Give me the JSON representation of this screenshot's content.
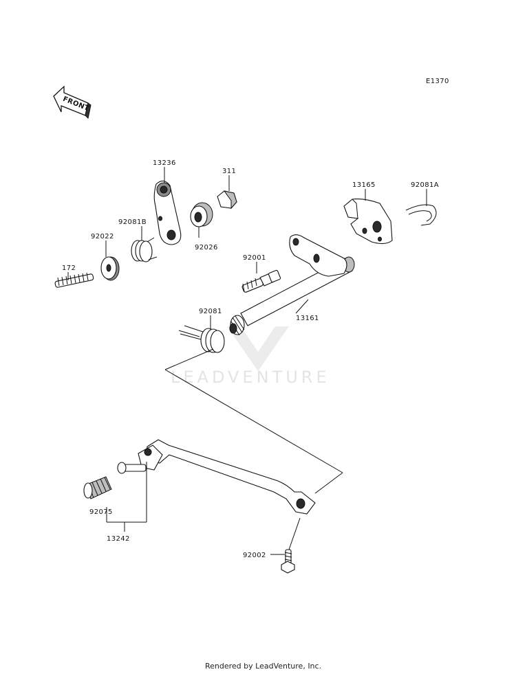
{
  "diagram_code": "E1370",
  "front_label": "FRONT",
  "watermark": "LEADVENTURE",
  "footer": "Rendered by LeadVenture, Inc.",
  "parts": {
    "p13236": "13236",
    "p311": "311",
    "p13165": "13165",
    "p92081A": "92081A",
    "p92081B": "92081B",
    "p92022": "92022",
    "p92026": "92026",
    "p92001": "92001",
    "p172": "172",
    "p92081": "92081",
    "p13161": "13161",
    "p92075": "92075",
    "p13242": "13242",
    "p92002": "92002"
  }
}
